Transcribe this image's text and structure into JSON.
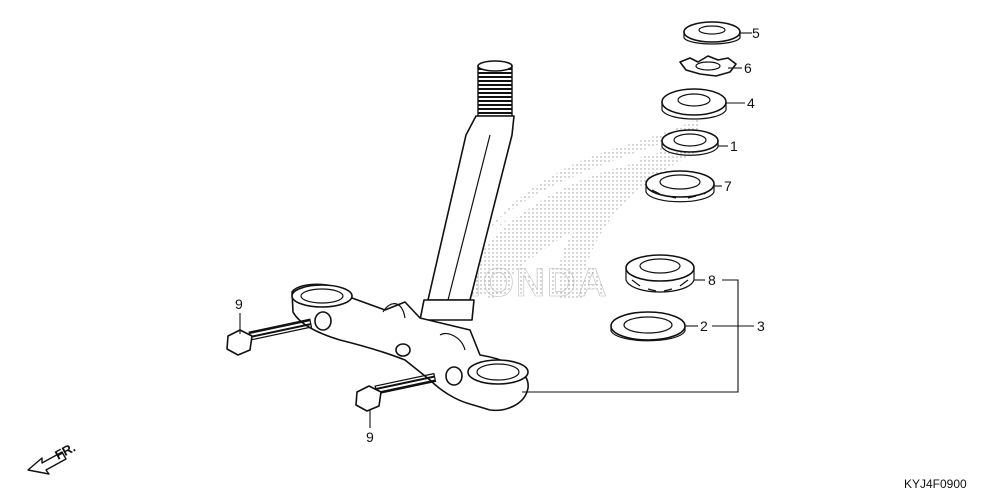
{
  "diagram": {
    "figure_code": "KYJ4F0900",
    "direction_label": "FR.",
    "watermark_brand": "HONDA",
    "callouts": [
      "1",
      "2",
      "3",
      "4",
      "5",
      "6",
      "7",
      "8",
      "9",
      "9"
    ]
  }
}
